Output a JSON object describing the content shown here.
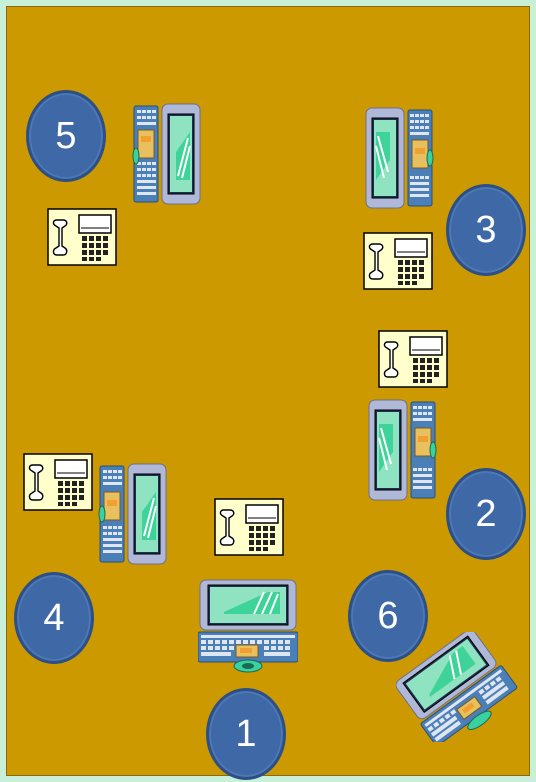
{
  "colors": {
    "page_border": "#c8f0d8",
    "board": "#cc9900",
    "badge_fill": "#3f68a6",
    "badge_text": "#ffffff",
    "phone_fill": "#ffffcc",
    "screen": "#8fe3c0",
    "monitor_frame": "#b0b8d8"
  },
  "badges": [
    {
      "label": "5"
    },
    {
      "label": "3"
    },
    {
      "label": "2"
    },
    {
      "label": "4"
    },
    {
      "label": "6"
    },
    {
      "label": "1"
    }
  ],
  "icons": {
    "phone": "telephone-icon",
    "tower": "desktop-computer-icon",
    "laptop": "laptop-computer-icon"
  }
}
